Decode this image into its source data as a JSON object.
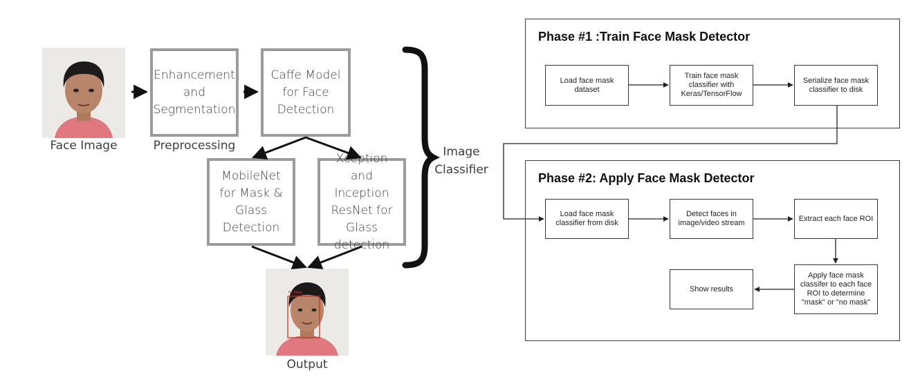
{
  "left_pipeline": {
    "input_label": "Face Image",
    "preprocessing_label": "Preprocessing",
    "enhancement_box": "Enhancement and Segmentation",
    "caffe_box": "Caffe Model for Face Detection",
    "mobilenet_box": "MobileNet for Mask & Glass Detection",
    "xception_box": "Xception and Inception ResNet for Glass detection",
    "classifier_label": "Image Classifier",
    "output_label": "Output",
    "output_detection_tag": "No Mask"
  },
  "phase1": {
    "title": "Phase #1 :Train Face Mask Detector",
    "steps": [
      "Load face mask dataset",
      "Train face mask classifier with Keras/TensorFlow",
      "Serialize face mask classifier to disk"
    ]
  },
  "phase2": {
    "title": "Phase #2: Apply Face Mask Detector",
    "steps": [
      "Load face mask classifier from disk",
      "Detect faces in image/video stream",
      "Extract each face ROI",
      "Apply face mask classifer to each face ROI to determine \"mask\" or \"no mask\"",
      "Show results"
    ]
  },
  "colors": {
    "box_border_grey": "#9b9b9b",
    "frame_border": "#3a3a3a",
    "detection_box": "#c0392b",
    "shirt": "#e0787f"
  }
}
